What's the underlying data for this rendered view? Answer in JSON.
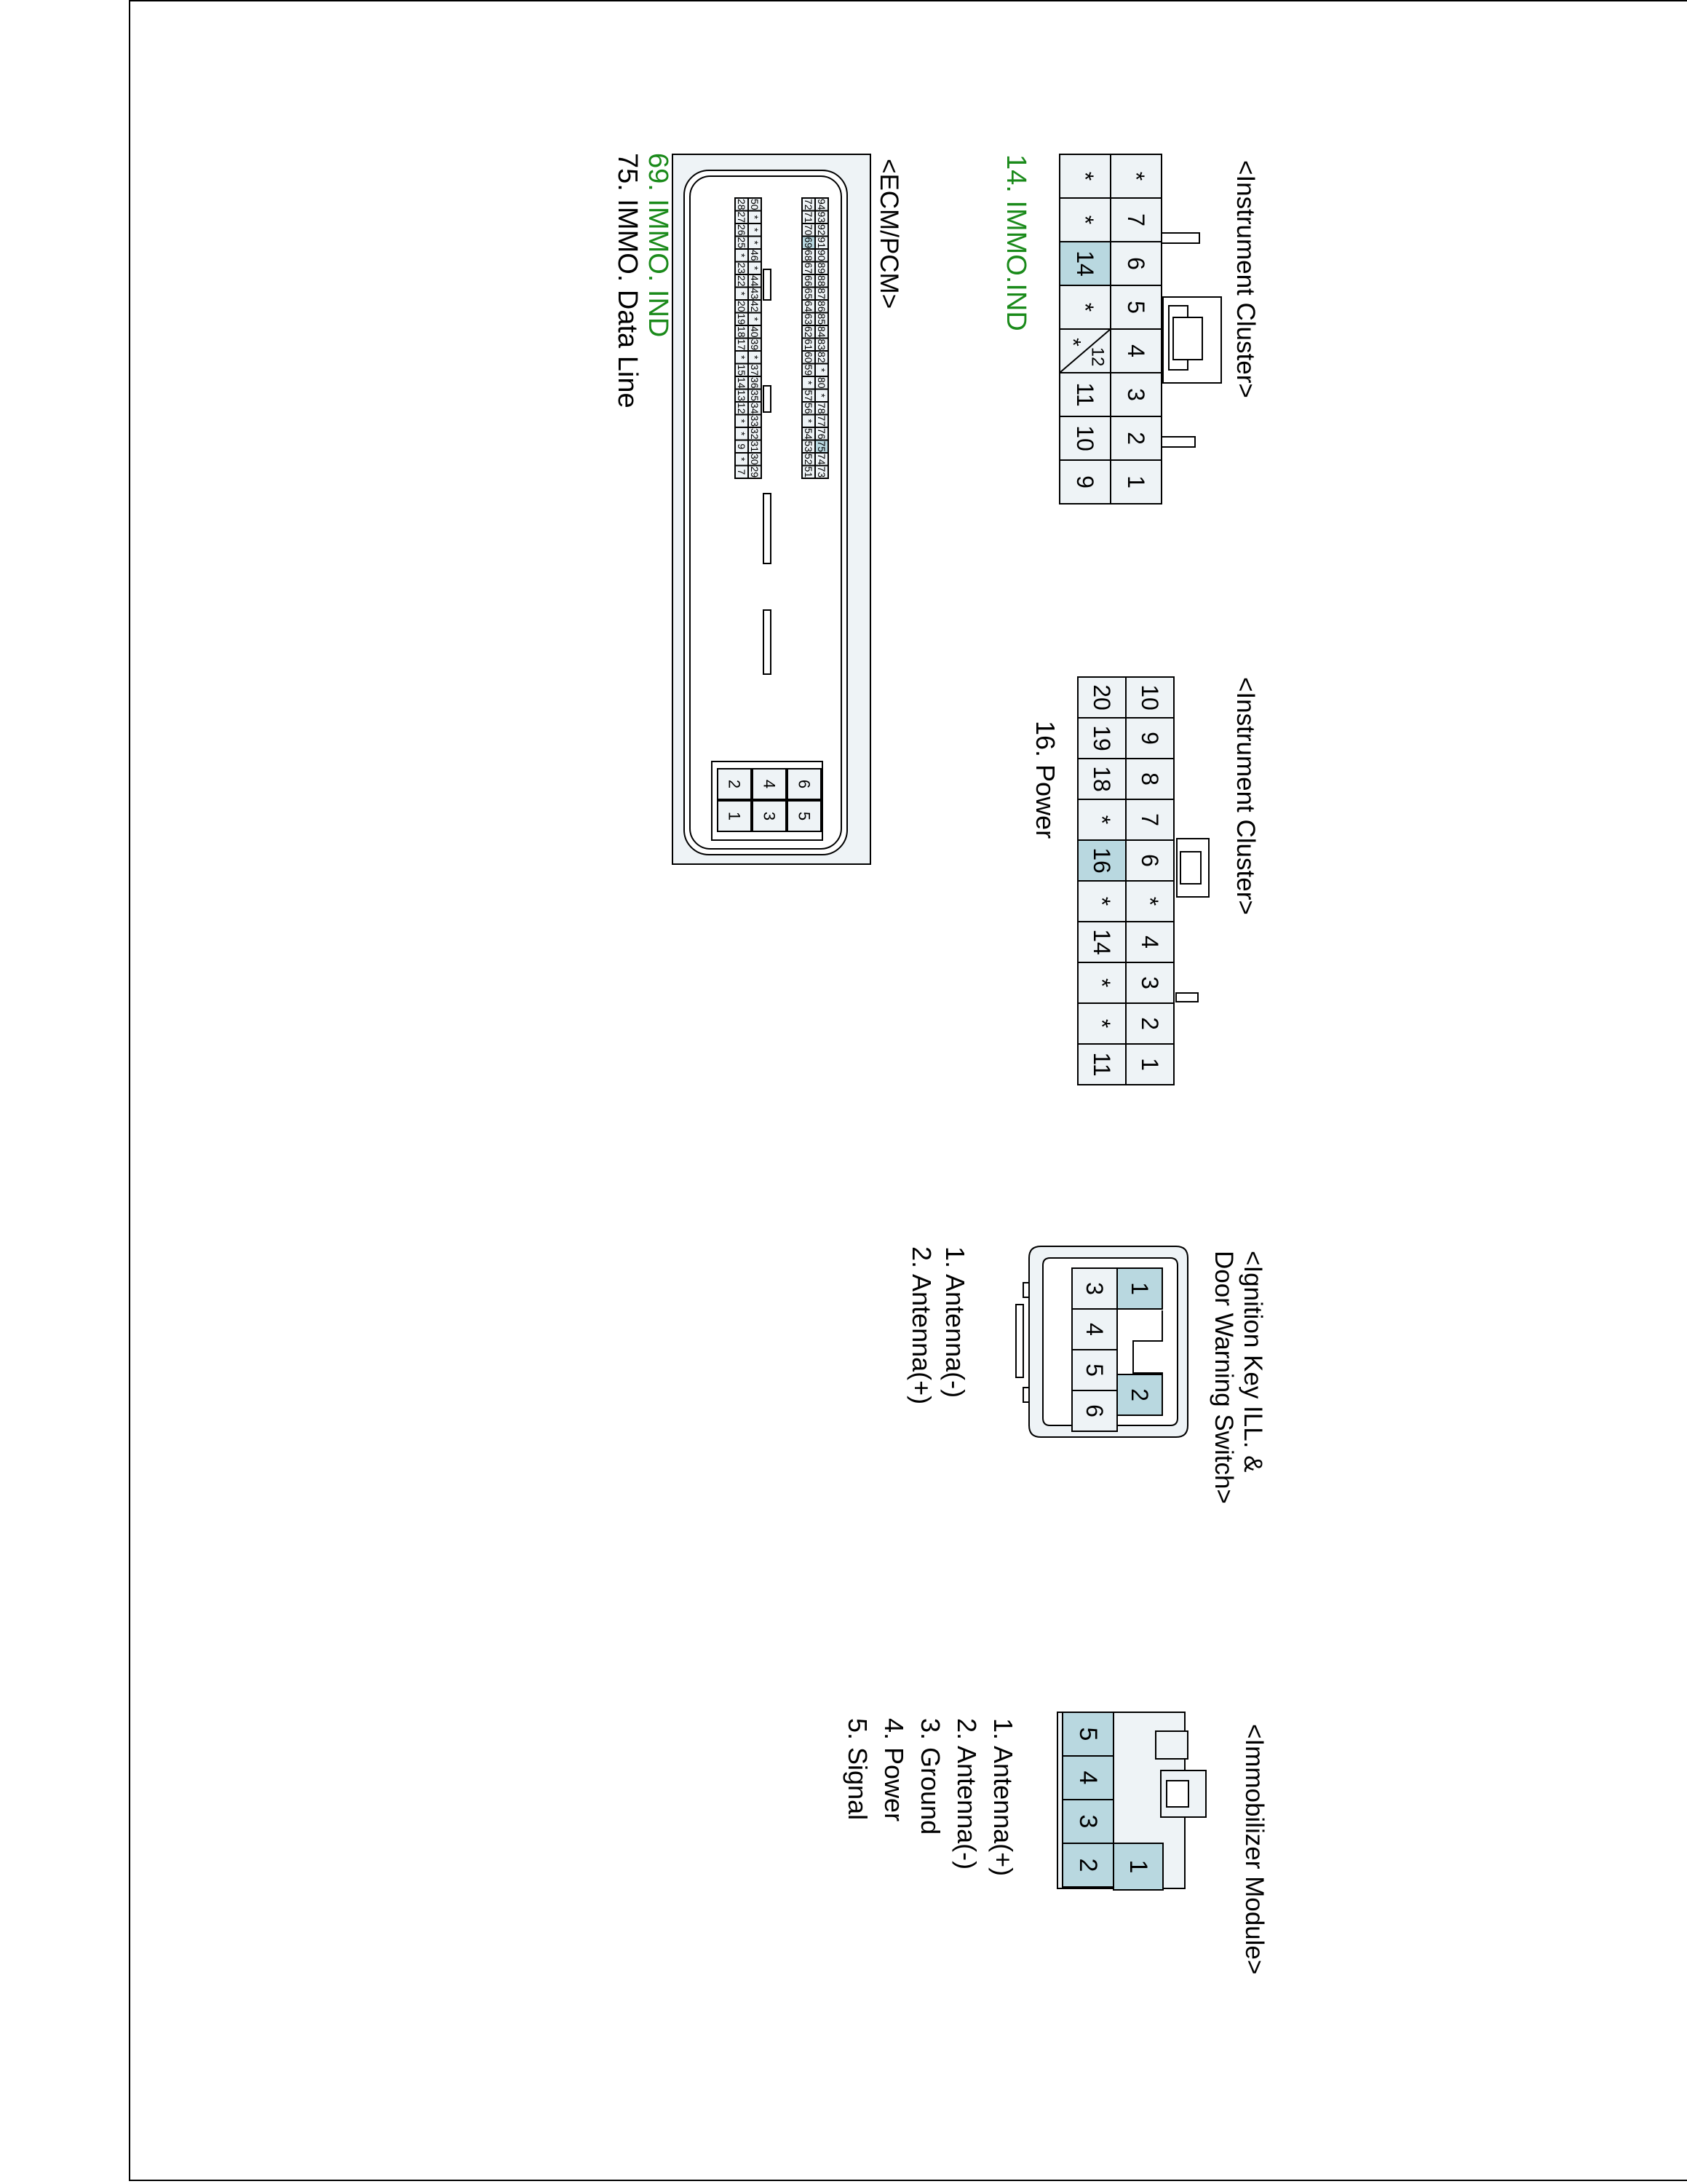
{
  "colors": {
    "line": "#000000",
    "pin_fill": "#eef3f6",
    "highlight_fill": "#b9d8e0",
    "body_fill": "#f2f6f8",
    "label_green": "#1a8a1a",
    "label_black": "#000000"
  },
  "immobilizer": {
    "title": "<Immobilizer Module>",
    "pins_top": [
      "1"
    ],
    "pins_bottom": [
      "5",
      "4",
      "3",
      "2"
    ],
    "highlighted": [
      "1",
      "2",
      "3",
      "4",
      "5"
    ],
    "legend": [
      "1. Antenna(+)",
      "2. Antenna(-)",
      "3. Ground",
      "4. Power",
      "5. Signal"
    ]
  },
  "ignition_key": {
    "title_line1": "<Ignition Key ILL. &",
    "title_line2": "Door Warning Switch>",
    "pins_top": [
      "1",
      "",
      "2"
    ],
    "pins_bottom": [
      "3",
      "4",
      "5",
      "6"
    ],
    "highlighted": [
      "1",
      "2"
    ],
    "legend": [
      "1. Antenna(-)",
      "2. Antenna(+)"
    ]
  },
  "cluster_20pin": {
    "title": "<Instrument Cluster>",
    "row_a": [
      "10",
      "9",
      "8",
      "7",
      "6",
      "*",
      "4",
      "3",
      "2",
      "1"
    ],
    "row_b": [
      "20",
      "19",
      "18",
      "*",
      "16",
      "*",
      "14",
      "*",
      "*",
      "11"
    ],
    "highlighted": [
      "16"
    ],
    "legend": [
      "16. Power"
    ]
  },
  "cluster_14pin": {
    "title": "<Instrument Cluster>",
    "row_a": [
      "*",
      "7",
      "6",
      "5",
      "4",
      "3",
      "2",
      "1"
    ],
    "row_b": [
      "*",
      "*",
      "14",
      "*",
      "12/*",
      "11",
      "10",
      "9"
    ],
    "highlighted": [
      "14"
    ],
    "legend": [
      "14. IMMO.IND"
    ]
  },
  "ecm": {
    "title": "<ECM/PCM>",
    "row1": [
      "94",
      "93",
      "92",
      "91",
      "90",
      "89",
      "88",
      "87",
      "86",
      "85",
      "84",
      "83",
      "82",
      "*",
      "80",
      "*",
      "78",
      "77",
      "76",
      "75",
      "74",
      "73"
    ],
    "row2": [
      "72",
      "71",
      "70",
      "69",
      "68",
      "67",
      "66",
      "65",
      "64",
      "63",
      "62",
      "61",
      "60",
      "59",
      "*",
      "57",
      "56",
      "*",
      "54",
      "53",
      "52",
      "51"
    ],
    "row3": [
      "50",
      "*",
      "*",
      "*",
      "46",
      "*",
      "44",
      "43",
      "42",
      "*",
      "40",
      "39",
      "*",
      "37",
      "36",
      "35",
      "34",
      "33",
      "32",
      "31",
      "30",
      "29"
    ],
    "row4": [
      "28",
      "27",
      "26",
      "25",
      "*",
      "23",
      "22",
      "*",
      "20",
      "19",
      "18",
      "17",
      "*",
      "15",
      "14",
      "13",
      "12",
      "*",
      "*",
      "9",
      "*",
      "7"
    ],
    "small_top": [
      "6",
      "4",
      "2"
    ],
    "small_bottom": [
      "5",
      "3",
      "1"
    ],
    "highlighted": [
      "69",
      "75"
    ],
    "legend_green": "69. IMMO. IND",
    "legend_black": "75. IMMO. Data Line"
  }
}
